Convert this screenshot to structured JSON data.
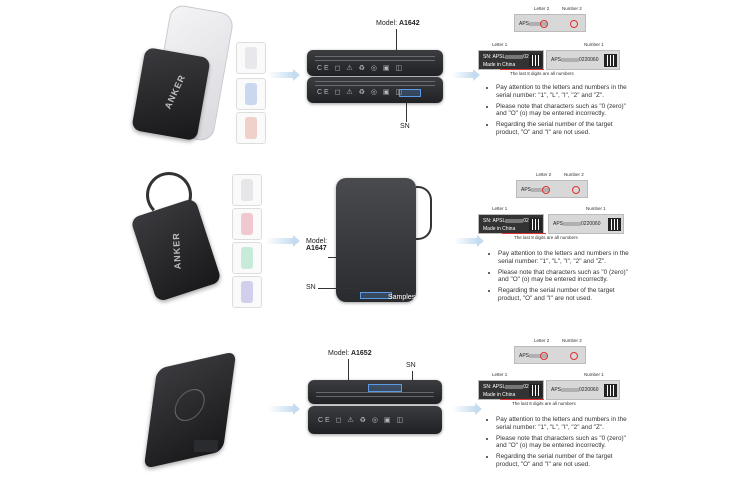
{
  "sections": [
    {
      "model_label": "Model: ",
      "model_value": "A1642",
      "sn_label": "SN",
      "product_brand": "ANKER",
      "label_top_text": "APS",
      "label_top_code": "",
      "letter2": "Letter 2",
      "number2": "Number 2",
      "letter1": "Letter 1",
      "number1": "Number 1",
      "sn_line": "SN: APSL",
      "sn_tail": "0220",
      "made_in": "Made in China",
      "code_suffix": "0220",
      "code_end": "060",
      "last8": "The last 8 digits are all numbers"
    },
    {
      "model_label": "Model:",
      "model_value": "A1647",
      "sn_label": "SN",
      "samples": "Samples",
      "product_brand": "ANKER",
      "label_top_text": "APS",
      "letter2": "Letter 2",
      "number2": "Number 2",
      "letter1": "Letter 1",
      "number1": "Number 1",
      "sn_line": "SN: APSL",
      "sn_tail": "0220",
      "made_in": "Made in China",
      "code_suffix": "0220",
      "code_end": "060",
      "last8": "The last 8 digits are all numbers"
    },
    {
      "model_label": "Model: ",
      "model_value": "A1652",
      "sn_label": "SN",
      "label_top_text": "APS",
      "letter2": "Letter 2",
      "number2": "Number 2",
      "letter1": "Letter 1",
      "number1": "Number 1",
      "sn_line": "SN: APSL",
      "sn_tail": "0220",
      "made_in": "Made in China",
      "code_suffix": "0220",
      "code_end": "060",
      "last8": "The last 8 digits are all numbers"
    }
  ],
  "notes": [
    "Pay attention to the letters and numbers in the serial number: \"1\", \"L\", \"I\", \"2\" and \"Z\".",
    "Please note that characters such as \"0 (zero)\" and \"O\" (o) may be entered incorrectly.",
    "Regarding the serial number of the target product, \"O\" and \"I\" are not used."
  ]
}
